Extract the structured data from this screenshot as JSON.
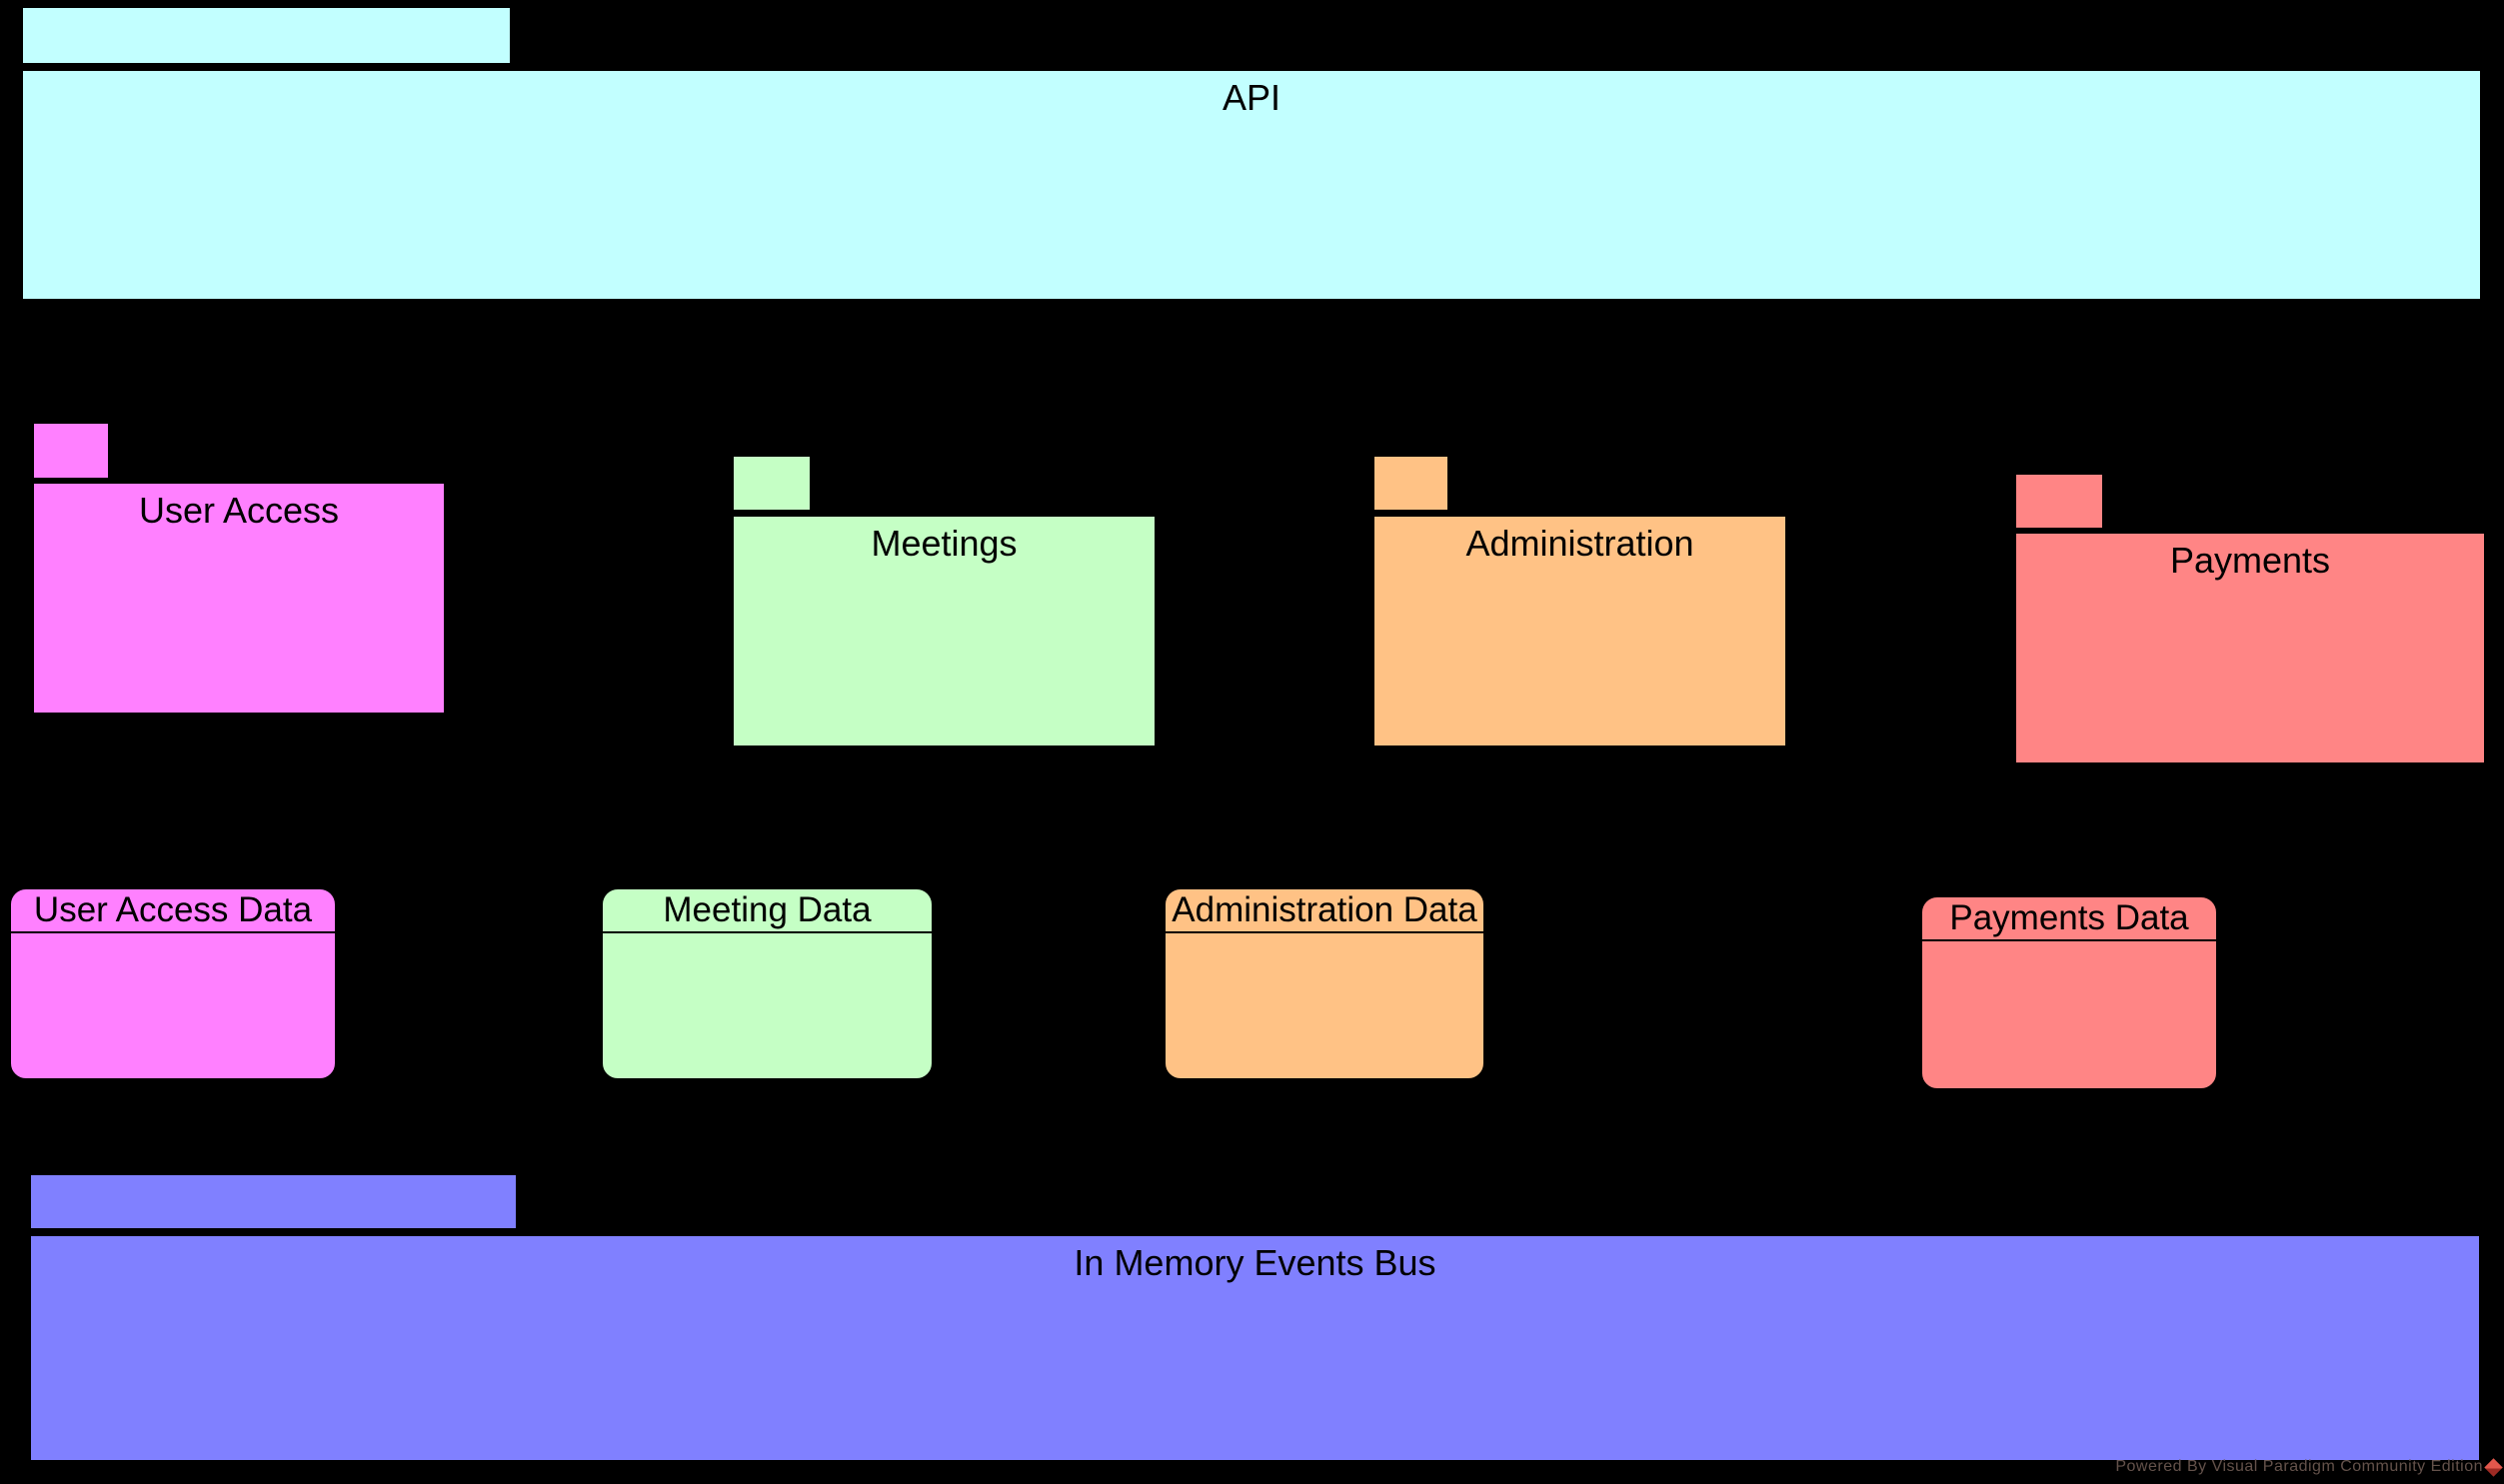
{
  "canvas": {
    "background": "#000000"
  },
  "packages": [
    {
      "id": "api",
      "label": "API",
      "color": "#C2FFFF"
    },
    {
      "id": "user-access",
      "label": "User Access",
      "color": "#FF80FF"
    },
    {
      "id": "meetings",
      "label": "Meetings",
      "color": "#C5FFC5"
    },
    {
      "id": "administration",
      "label": "Administration",
      "color": "#FFC285"
    },
    {
      "id": "payments",
      "label": "Payments",
      "color": "#FF8585"
    },
    {
      "id": "events-bus",
      "label": "In Memory Events Bus",
      "color": "#8080FF"
    }
  ],
  "datastores": [
    {
      "id": "user-access-data",
      "label": "User Access Data",
      "color": "#FF80FF"
    },
    {
      "id": "meeting-data",
      "label": "Meeting Data",
      "color": "#C5FFC5"
    },
    {
      "id": "administration-data",
      "label": "Administration Data",
      "color": "#FFC285"
    },
    {
      "id": "payments-data",
      "label": "Payments Data",
      "color": "#FF8585"
    }
  ],
  "watermark": {
    "text": "Powered By Visual Paradigm Community Edition",
    "text_color": "#64524B",
    "logo_color": "#E2574C"
  }
}
